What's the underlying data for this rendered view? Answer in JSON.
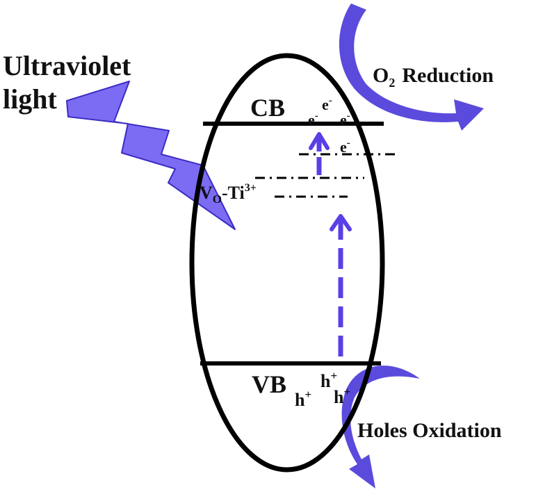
{
  "colors": {
    "outline": "#000000",
    "accent": "#5a3fe6",
    "bolt_fill": "#7c6cf4",
    "bolt_stroke": "#3b2cc4",
    "curved_arrow": "#5b4bdc"
  },
  "labels": {
    "light_line1": "Ultraviolet",
    "light_line2": "light",
    "cb": "CB",
    "vb": "VB",
    "defect": {
      "v": "V",
      "sub_o": "O",
      "dash_ti": "-Ti",
      "sup": "3+"
    },
    "electron": {
      "base": "e",
      "sup": "-"
    },
    "hole": {
      "base": "h",
      "sup": "+"
    },
    "o2_reduction": {
      "o": "O",
      "sub_2": "2",
      "rest": "Reduction"
    },
    "holes_oxidation": "Holes Oxidation"
  }
}
